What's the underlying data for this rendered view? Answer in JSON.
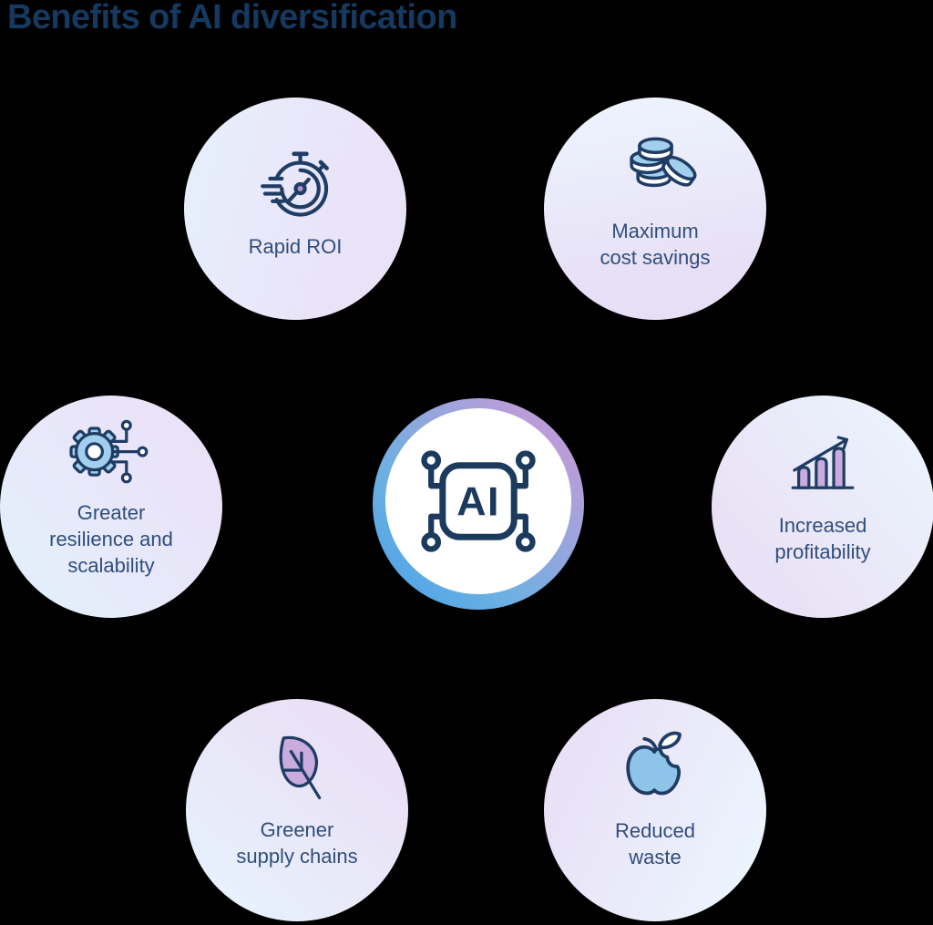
{
  "title": "Benefits of AI diversification",
  "center": {
    "label": "AI",
    "icon": "ai-chip-icon"
  },
  "bubbles": [
    {
      "name": "rapid-roi",
      "icon": "stopwatch-icon",
      "lines": [
        "Rapid ROI"
      ]
    },
    {
      "name": "maximum-cost-savings",
      "icon": "coins-icon",
      "lines": [
        "Maximum",
        "cost savings"
      ]
    },
    {
      "name": "greater-resilience",
      "icon": "gear-network-icon",
      "lines": [
        "Greater",
        "resilience and",
        "scalability"
      ]
    },
    {
      "name": "increased-profitability",
      "icon": "bar-chart-growth-icon",
      "lines": [
        "Increased",
        "profitability"
      ]
    },
    {
      "name": "greener-supply-chains",
      "icon": "leaf-icon",
      "lines": [
        "Greener",
        "supply chains"
      ]
    },
    {
      "name": "reduced-waste",
      "icon": "bitten-apple-icon",
      "lines": [
        "Reduced",
        "waste"
      ]
    }
  ],
  "palette": {
    "background": "#000000",
    "title_text": "#15395f",
    "label_text": "#2f4e7c",
    "icon_outline": "#1f3c64",
    "icon_blue_fill": "#a3cfee",
    "icon_purple_fill": "#c9abde",
    "apple_blue_fill": "#8ec4e8",
    "stopwatch_dot": "#b594cc",
    "ring_gradient_blue": "#47a2e9",
    "ring_gradient_purple": "#b99dd9",
    "bubble_blue": "#e6effc",
    "bubble_lavender": "#e9e2f7"
  }
}
